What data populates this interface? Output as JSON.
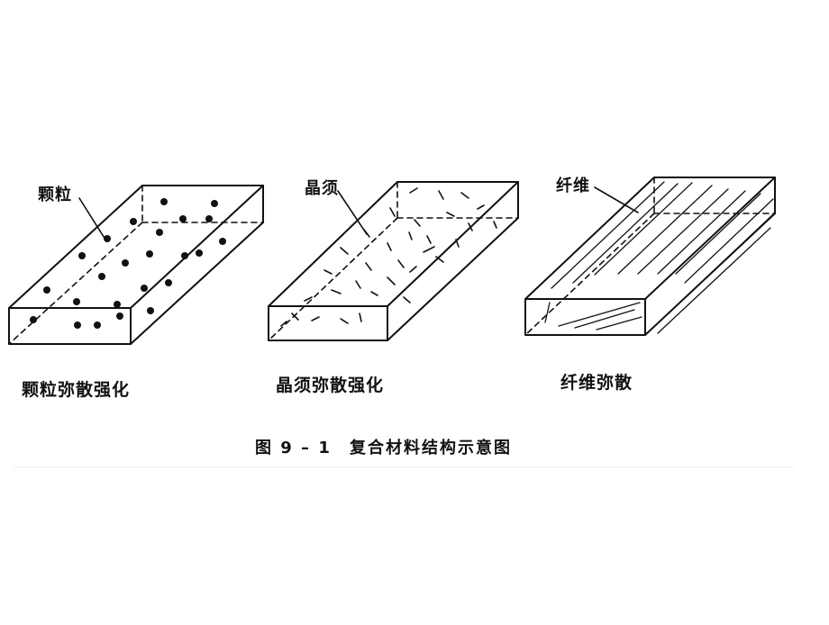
{
  "panels": [
    {
      "id": "particle",
      "callout": "颗粒",
      "label": "颗粒弥散强化",
      "inclusion": "dots"
    },
    {
      "id": "whisker",
      "callout": "晶须",
      "label": "晶须弥散强化",
      "inclusion": "short-lines"
    },
    {
      "id": "fiber",
      "callout": "纤维",
      "label": "纤维弥散",
      "inclusion": "long-lines"
    }
  ],
  "caption": {
    "number": "图 9 – 1",
    "title": "复合材料结构示意图"
  },
  "colors": {
    "line": "#111111",
    "background": "#ffffff"
  }
}
